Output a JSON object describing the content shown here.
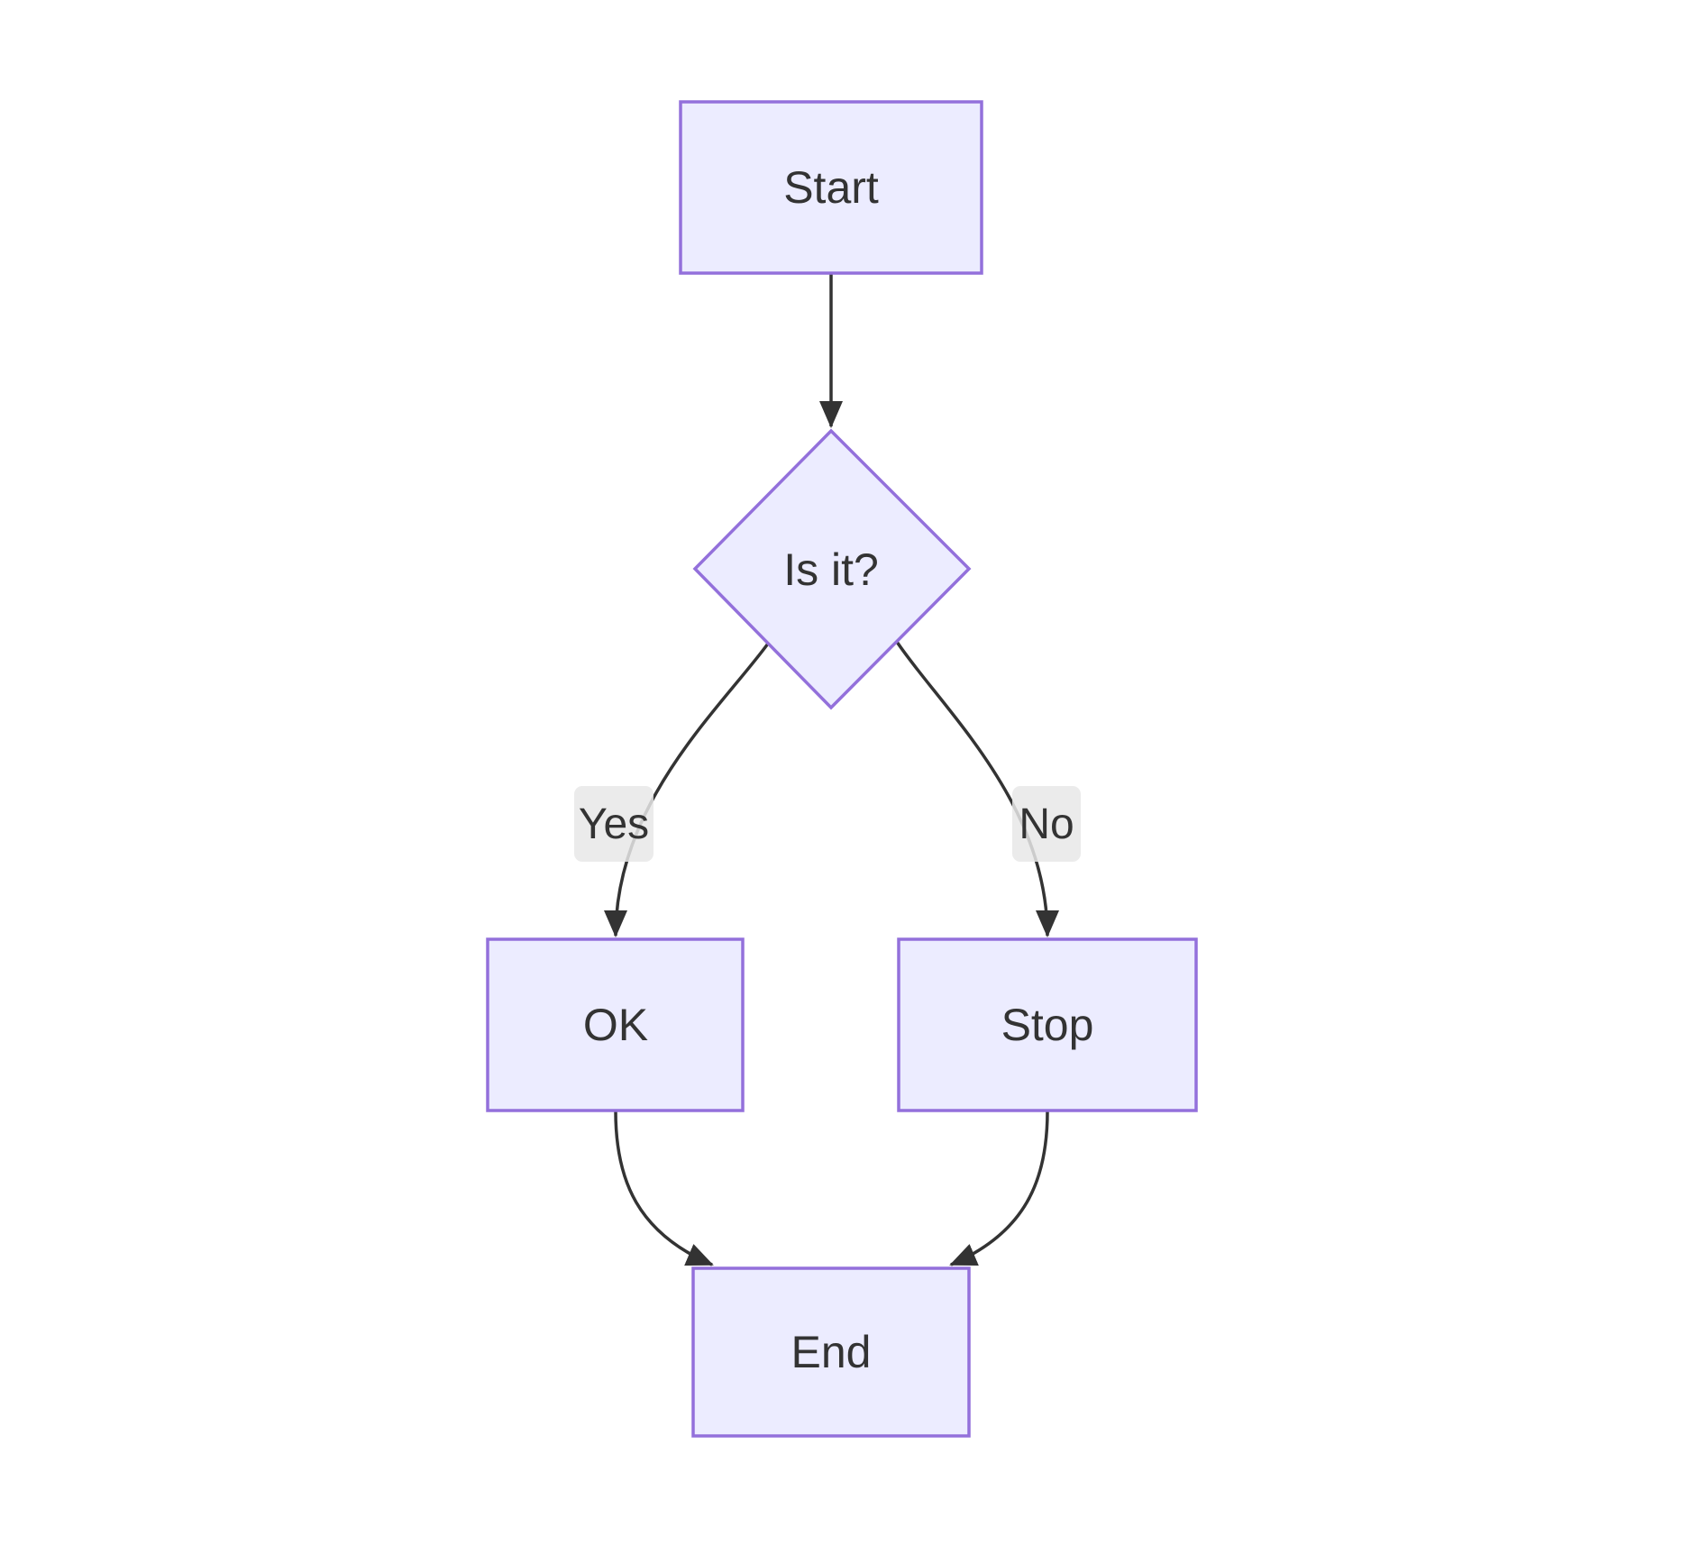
{
  "canvas": {
    "background": "#ffffff"
  },
  "diagram": {
    "type": "flowchart",
    "nodes": [
      {
        "id": "start",
        "label": "Start",
        "shape": "rectangle"
      },
      {
        "id": "decision",
        "label": "Is it?",
        "shape": "diamond"
      },
      {
        "id": "ok",
        "label": "OK",
        "shape": "rectangle"
      },
      {
        "id": "stop",
        "label": "Stop",
        "shape": "rectangle"
      },
      {
        "id": "end",
        "label": "End",
        "shape": "rectangle"
      }
    ],
    "edges": [
      {
        "from": "start",
        "to": "decision",
        "label": ""
      },
      {
        "from": "decision",
        "to": "ok",
        "label": "Yes"
      },
      {
        "from": "decision",
        "to": "stop",
        "label": "No"
      },
      {
        "from": "ok",
        "to": "end",
        "label": ""
      },
      {
        "from": "stop",
        "to": "end",
        "label": ""
      }
    ],
    "colors": {
      "node_fill": "#ECECFF",
      "node_border": "#9370DB",
      "edge": "#333333",
      "text": "#333333",
      "edge_label_bg": "#e8e8e8",
      "background": "#ffffff"
    }
  }
}
